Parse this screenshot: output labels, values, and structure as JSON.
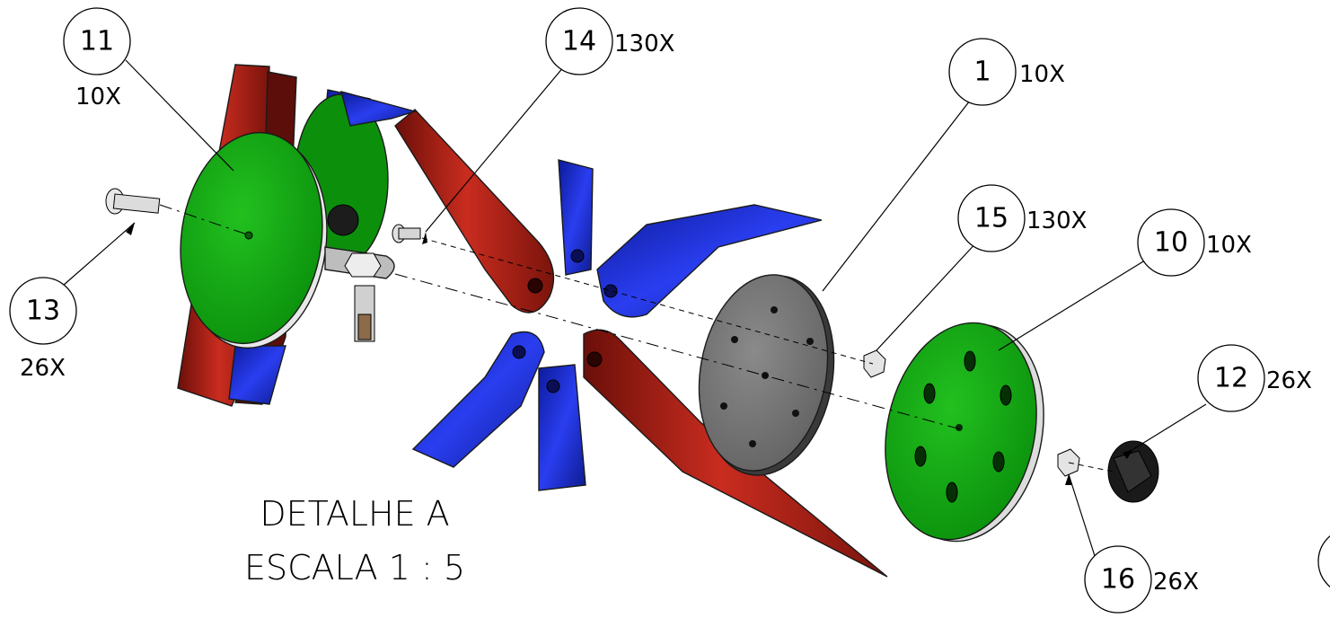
{
  "detail": {
    "title": "DETALHE A",
    "scale": "ESCALA 1 : 5"
  },
  "balloons": [
    {
      "id": "11",
      "qty": "10X"
    },
    {
      "id": "14",
      "qty": "130X"
    },
    {
      "id": "1",
      "qty": "10X"
    },
    {
      "id": "15",
      "qty": "130X"
    },
    {
      "id": "10",
      "qty": "10X"
    },
    {
      "id": "12",
      "qty": "26X"
    },
    {
      "id": "13",
      "qty": "26X"
    },
    {
      "id": "16",
      "qty": "26X"
    }
  ],
  "colors": {
    "frame_red": "#b3241a",
    "tine_blue": "#1f2fd0",
    "disc_green": "#0fa612",
    "plate_grey": "#7a7a7a",
    "hardware_dark": "#222222",
    "bolt_light": "#dcdcdc"
  }
}
